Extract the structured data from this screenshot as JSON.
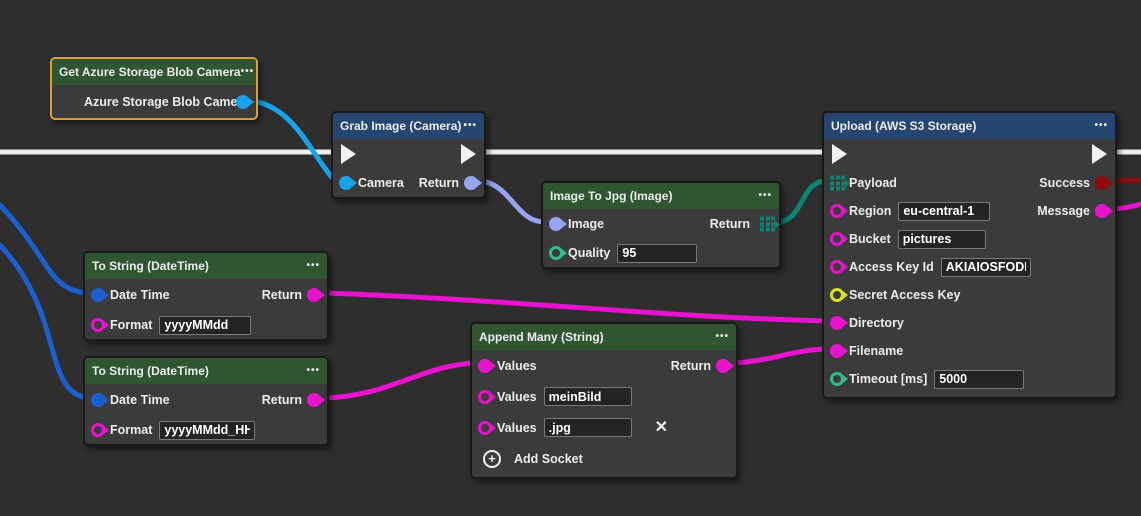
{
  "icons": {
    "menu": "•••",
    "delete": "✕",
    "add": "+",
    "exec": "play-triangle",
    "matrix": "grid-3x3-socket"
  },
  "colors": {
    "canvas_bg": "#2e2e2e",
    "node_body": "#3b3b3b",
    "header_green": "#2f5630",
    "header_blue": "#25466e",
    "selection_orange": "#dd9e33",
    "exec_wire_white": "#ededed",
    "socket_cyan": "#17a3ea",
    "socket_royal_blue": "#1b5fd0",
    "socket_periwinkle": "#95a5ee",
    "socket_magenta": "#e812cf",
    "socket_spring_green": "#2fbe8f",
    "socket_yellow": "#dfdf1f",
    "socket_dark_red": "#8c0d0d",
    "socket_teal_grid": "#0c8273"
  },
  "nodes": {
    "azure": {
      "title": "Get Azure Storage Blob Camera",
      "output_label": "Azure Storage Blob Camera"
    },
    "grab": {
      "title": "Grab Image (Camera)",
      "camera_label": "Camera",
      "return_label": "Return"
    },
    "tojpg": {
      "title": "Image To Jpg (Image)",
      "image_label": "Image",
      "return_label": "Return",
      "quality_label": "Quality",
      "quality_value": "95"
    },
    "upload": {
      "title": "Upload (AWS S3 Storage)",
      "payload_label": "Payload",
      "success_label": "Success",
      "region_label": "Region",
      "region_value": "eu-central-1",
      "message_label": "Message",
      "bucket_label": "Bucket",
      "bucket_value": "pictures",
      "access_key_label": "Access Key Id",
      "access_key_value": "AKIAIOSFODNN",
      "secret_label": "Secret Access Key",
      "directory_label": "Directory",
      "filename_label": "Filename",
      "timeout_label": "Timeout [ms]",
      "timeout_value": "5000"
    },
    "tostring1": {
      "title": "To String (DateTime)",
      "datetime_label": "Date Time",
      "return_label": "Return",
      "format_label": "Format",
      "format_value": "yyyyMMdd"
    },
    "tostring2": {
      "title": "To String (DateTime)",
      "datetime_label": "Date Time",
      "return_label": "Return",
      "format_label": "Format",
      "format_value": "yyyyMMdd_HH"
    },
    "append": {
      "title": "Append Many (String)",
      "values1_label": "Values",
      "return_label": "Return",
      "values2_label": "Values",
      "values2_value": "meinBild",
      "values3_label": "Values",
      "values3_value": ".jpg",
      "add_socket_label": "Add Socket"
    }
  }
}
